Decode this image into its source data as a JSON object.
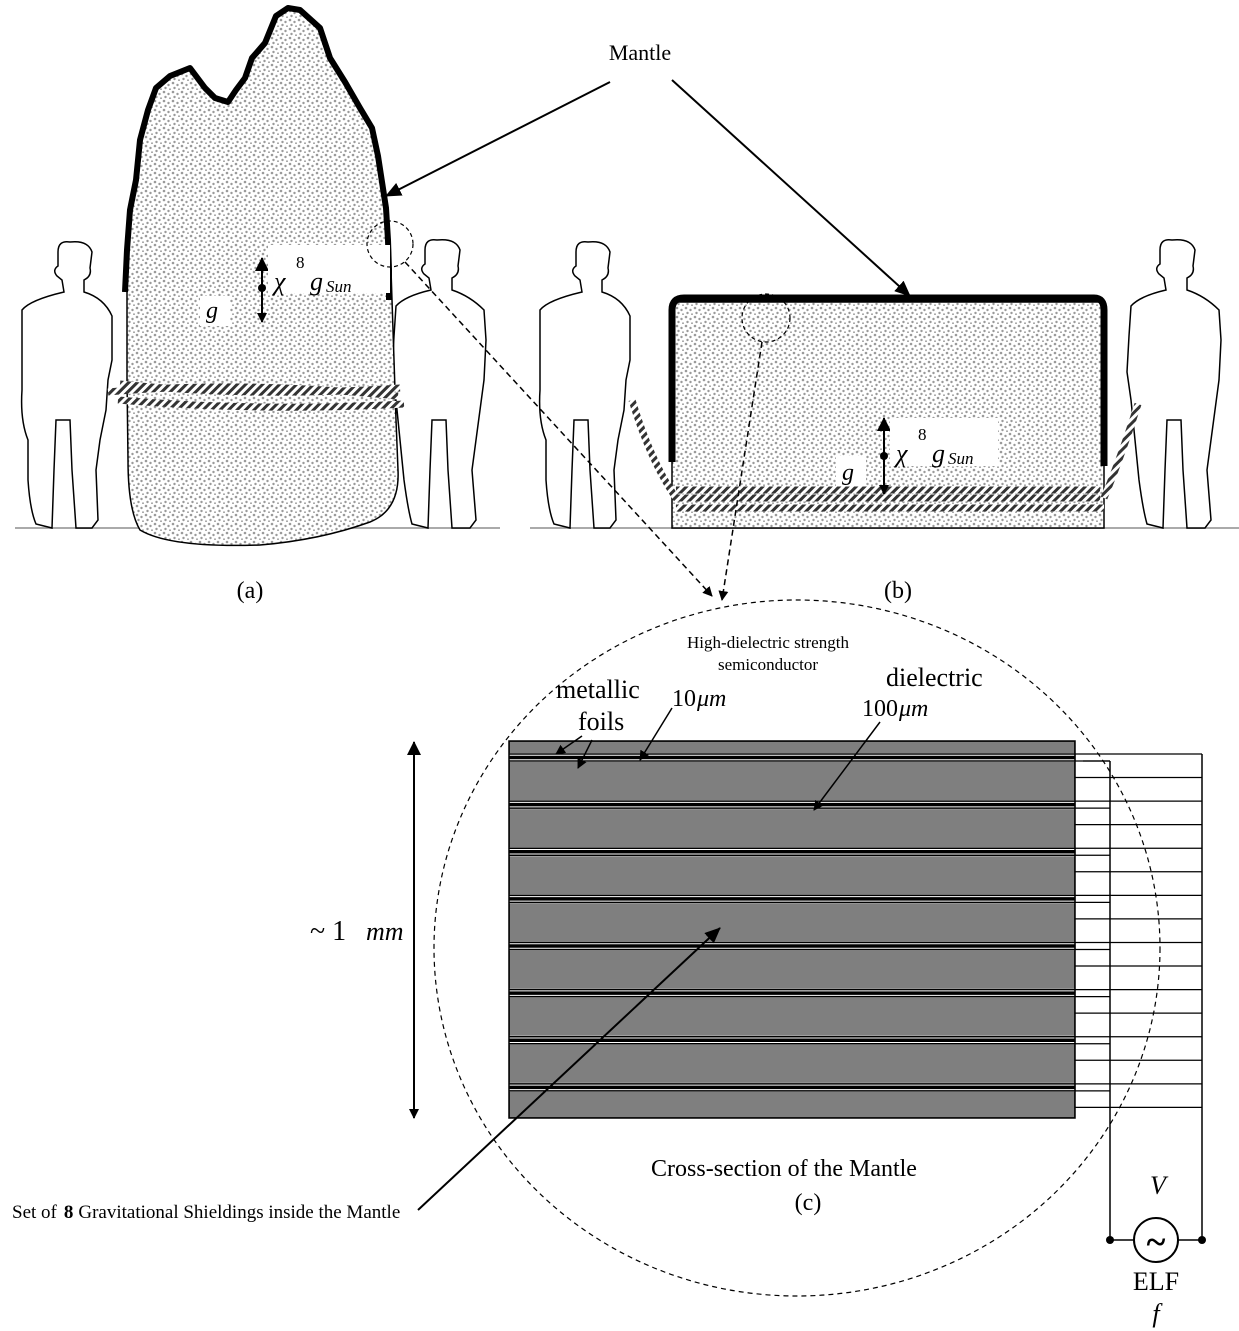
{
  "labels": {
    "mantle": "Mantle",
    "panel_a": "(a)",
    "panel_b": "(b)",
    "panel_c": "(c)",
    "g": "g",
    "chi": "χ",
    "chi_exp": "8",
    "g_sub_base": "g",
    "g_sub": "Sun",
    "semiconductor_line1": "High-dielectric strength",
    "semiconductor_line2": "semiconductor",
    "semiconductor_size": "10",
    "micro_unit": "μm",
    "metallic_line1": "metallic",
    "metallic_line2": "foils",
    "dielectric": "dielectric",
    "dielectric_size": "100",
    "scale_prefix": "~ 1",
    "scale_unit": "mm",
    "cross_section": "Cross-section of the Mantle",
    "set_prefix": "Set of",
    "set_count": "8",
    "set_suffix": "Gravitational Shieldings inside the Mantle",
    "voltage": "V",
    "source_symbol": "~",
    "elf": "ELF",
    "frequency": "f"
  },
  "colors": {
    "dielectric_fill": "#7f7f7f",
    "mantle_edge": "#000000",
    "speckle": "#9a9a9a",
    "background": "#ffffff"
  }
}
